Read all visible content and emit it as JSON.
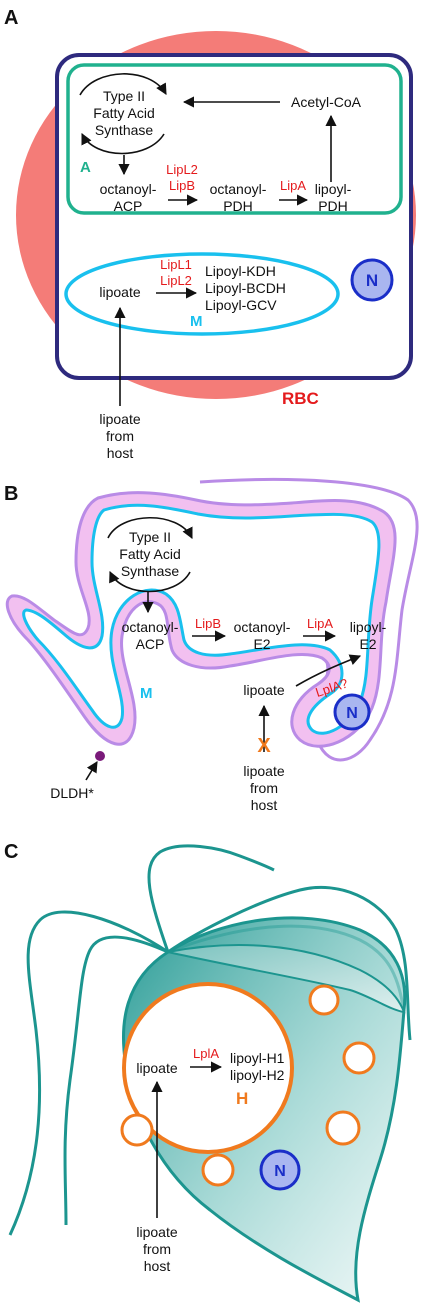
{
  "colors": {
    "rbc_fill": "#f47c78",
    "parasite_border": "#2e2a7e",
    "apicoplast": "#20b18e",
    "mitochondrion": "#19c0ee",
    "nucleus_fill": "#a9b6f0",
    "nucleus_border": "#1a2ec8",
    "enzyme_red": "#e41a1c",
    "membrane_pink": "#f2c0f0",
    "membrane_purple": "#b98be6",
    "dldh_dot": "#7a1a7a",
    "toxo_teal": "#1c958f",
    "host_vesicle": "#f07a1e"
  },
  "panel_a": {
    "letter": "A",
    "fas_line1": "Type  II",
    "fas_line2": "Fatty Acid",
    "fas_line3": "Synthase",
    "acetyl_coa": "Acetyl-CoA",
    "apicoplast_label": "A",
    "octanoyl_acp_1": "octanoyl-",
    "octanoyl_acp_2": "ACP",
    "enzyme_lipl2": "LipL2",
    "enzyme_lipb": "LipB",
    "octanoyl_pdh_1": "octanoyl-",
    "octanoyl_pdh_2": "PDH",
    "enzyme_lipa": "LipA",
    "lipoyl_pdh_1": "lipoyl-",
    "lipoyl_pdh_2": "PDH",
    "lipoate": "lipoate",
    "enzyme_lipl1": "LipL1",
    "enzyme_lipl2b": "LipL2",
    "lipoyl_kdh": "Lipoyl-KDH",
    "lipoyl_bcdh": "Lipoyl-BCDH",
    "lipoyl_gcv": "Lipoyl-GCV",
    "nucleus_label": "N",
    "mito_label": "M",
    "rbc_label": "RBC",
    "host_1": "lipoate",
    "host_2": "from",
    "host_3": "host"
  },
  "panel_b": {
    "letter": "B",
    "fas_line1": "Type  II",
    "fas_line2": "Fatty Acid",
    "fas_line3": "Synthase",
    "octanoyl_acp_1": "octanoyl-",
    "octanoyl_acp_2": "ACP",
    "enzyme_lipb": "LipB",
    "octanoyl_e2_1": "octanoyl-",
    "octanoyl_e2_2": "E2",
    "enzyme_lipa": "LipA",
    "lipoyl_e2_1": "lipoyl-",
    "lipoyl_e2_2": "E2",
    "lipoate": "lipoate",
    "enzyme_lpla_q": "LplA?",
    "block_x": "X",
    "mito_label": "M",
    "nucleus_label": "N",
    "dldh": "DLDH*",
    "host_1": "lipoate",
    "host_2": "from",
    "host_3": "host"
  },
  "panel_c": {
    "letter": "C",
    "lipoate": "lipoate",
    "enzyme_lpla": "LplA",
    "lipoyl_h1": "lipoyl-H1",
    "lipoyl_h2": "lipoyl-H2",
    "host_label": "H",
    "nucleus_label": "N",
    "host_1": "lipoate",
    "host_2": "from",
    "host_3": "host"
  }
}
